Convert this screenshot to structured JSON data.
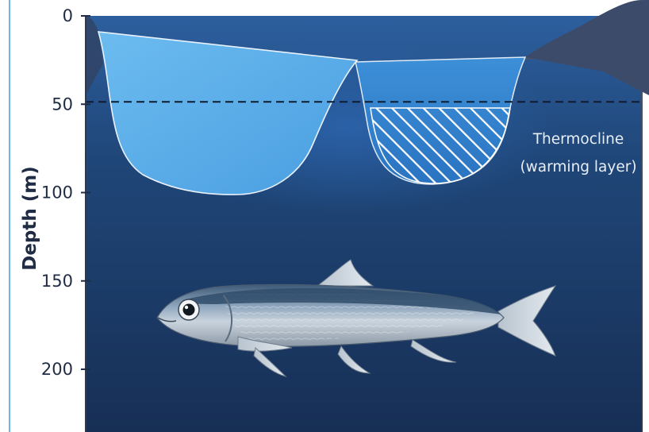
{
  "axis": {
    "title": "Depth (m)",
    "unit": "m",
    "ticks": [
      0,
      50,
      100,
      150,
      200
    ]
  },
  "thermocline": {
    "depth_m": 50,
    "label_line1": "Thermocline",
    "label_line2": "(warming layer)"
  },
  "colors": {
    "deep_water": "#1c3a63",
    "mid_water": "#23538f",
    "warm_layer_left": "#5aaee6",
    "warm_layer_right": "#3f8fd6",
    "seabed": "#3b4a66",
    "axis": "#6fb3e8",
    "fish_body": "#9aa7b4"
  },
  "icons": {
    "fish": "sardine-illustration",
    "hatch": "diagonal-hatch-pattern"
  }
}
